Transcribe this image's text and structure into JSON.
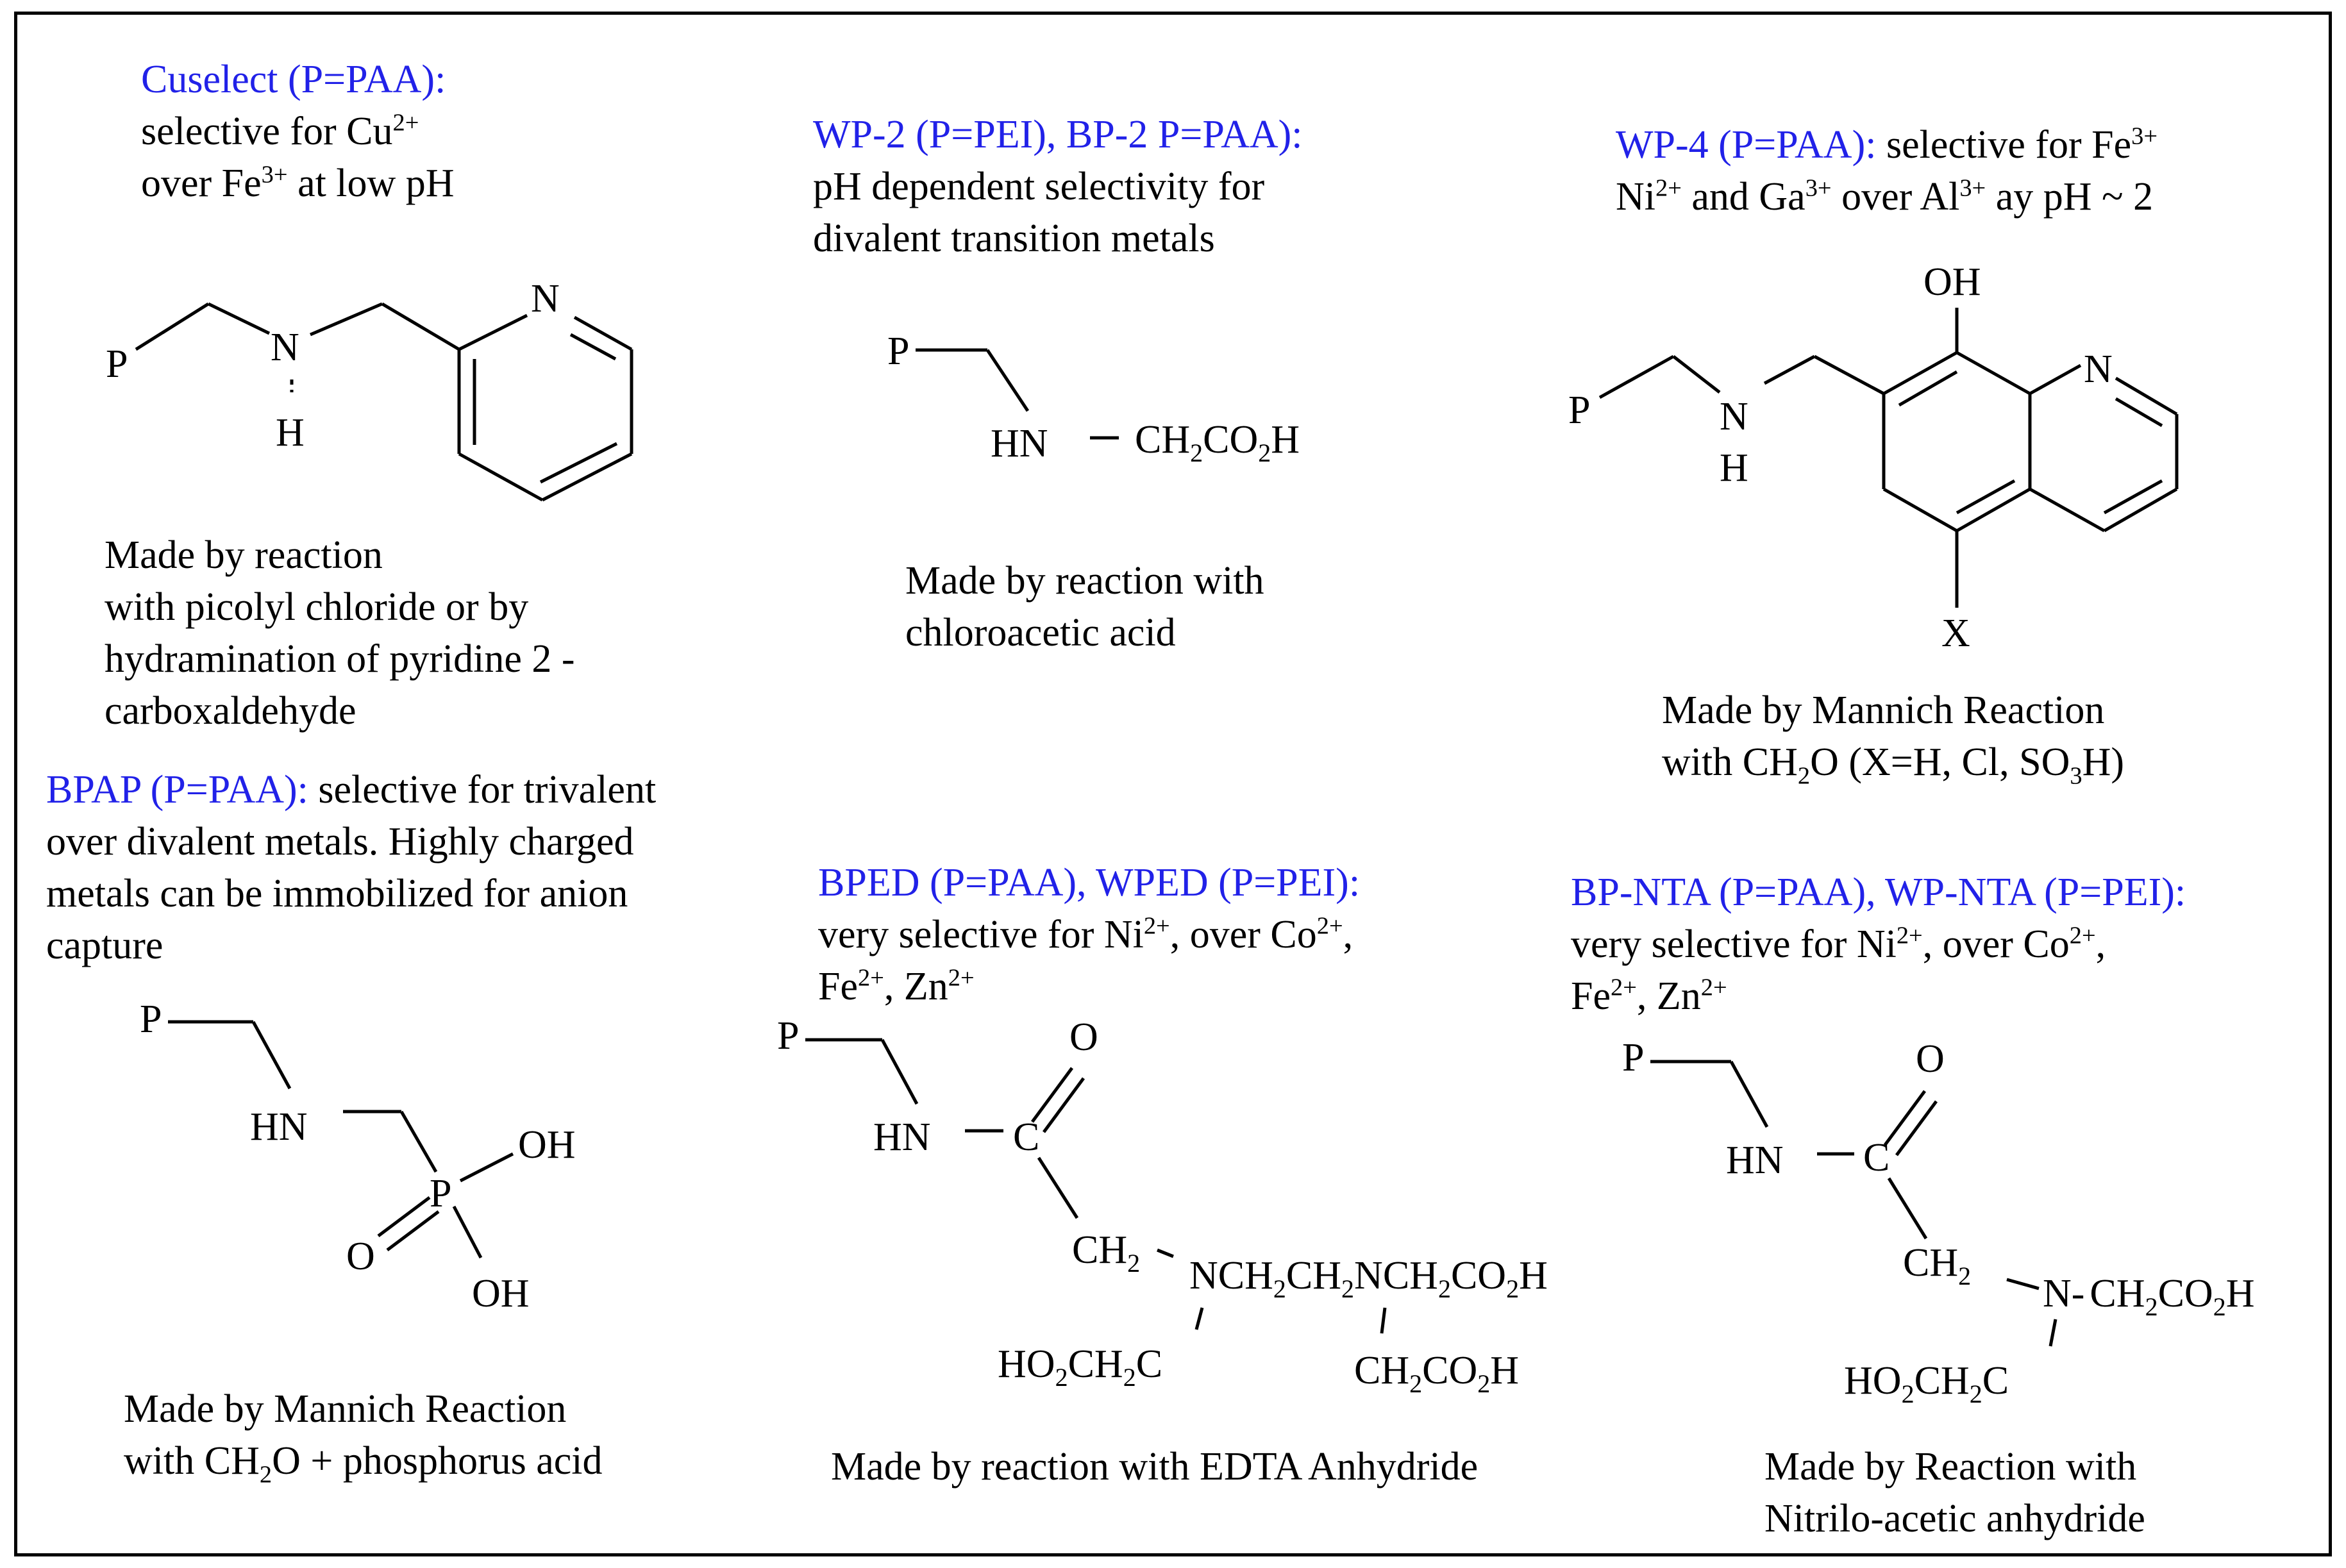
{
  "panels": {
    "cuselect": {
      "name": "Cuselect (P=PAA):",
      "line1": "selective for Cu",
      "line1_sup": "2+",
      "line2a": "over Fe",
      "line2_sup": "3+",
      "line2b": " at low pH",
      "method": [
        "Made by reaction",
        "with picolyl chloride or by",
        "hydramination of pyridine 2 -",
        "carboxaldehyde"
      ]
    },
    "wp2": {
      "name": "WP-2 (P=PEI), BP-2 P=PAA):",
      "desc": [
        "pH dependent selectivity for",
        "divalent transition metals"
      ],
      "method": [
        "Made by reaction with",
        "chloroacetic acid"
      ]
    },
    "wp4": {
      "name": "WP-4 (P=PAA):",
      "desc1": " selective for Fe",
      "desc1_sup": "3+",
      "desc2a": "Ni",
      "desc2a_sup": "2+",
      "desc2b": " and Ga",
      "desc2b_sup": "3+",
      "desc2c": "  over Al",
      "desc2c_sup": "3+",
      "desc2d": " ay pH ~ 2",
      "method1": "Made by Mannich Reaction",
      "method2a": "with CH",
      "method2_sub1": "2",
      "method2b": "O (X=H, Cl, SO",
      "method2_sub2": "3",
      "method2c": "H)"
    },
    "bpap": {
      "name": "BPAP (P=PAA):",
      "desc1": " selective for trivalent",
      "desc": [
        "over divalent metals. Highly charged",
        "metals can be immobilized for anion",
        "capture"
      ],
      "method1": "Made by Mannich Reaction",
      "method2a": "with CH",
      "method2_sub": "2",
      "method2b": "O + phosphorus acid"
    },
    "bped": {
      "name": "BPED (P=PAA), WPED (P=PEI):",
      "desc1a": "very selective for Ni",
      "desc1a_sup": "2+",
      "desc1b": ", over Co",
      "desc1b_sup": "2+",
      "desc1c": ",",
      "desc2a": "Fe",
      "desc2a_sup": "2+",
      "desc2b": ",  Zn",
      "desc2b_sup": "2+",
      "method": "Made by reaction with EDTA Anhydride"
    },
    "bpnta": {
      "name": "BP-NTA (P=PAA), WP-NTA (P=PEI):",
      "desc1a": "very selective for Ni",
      "desc1a_sup": "2+",
      "desc1b": ", over Co",
      "desc1b_sup": "2+",
      "desc1c": ",",
      "desc2a": "Fe",
      "desc2a_sup": "2+",
      "desc2b": ",  Zn",
      "desc2b_sup": "2+",
      "method": [
        "Made by Reaction with",
        "Nitrilo-acetic anhydride"
      ]
    }
  },
  "atoms": {
    "P": "P",
    "N": "N",
    "H": "H",
    "HN": "HN",
    "OH": "OH",
    "O": "O",
    "C": "C",
    "X": "X",
    "CH": "CH",
    "sub2": "2",
    "CO": "CO",
    "dash": "—",
    "HO": "HO",
    "N_dash": "N-",
    "ncn_a": "NCH",
    "ncn_b": "CH",
    "ncn_c": "NCH",
    "ncn_d": "CO",
    "ncn_e": "H"
  },
  "colors": {
    "accent": "#2121e8",
    "text": "#000000",
    "border": "#000000"
  }
}
